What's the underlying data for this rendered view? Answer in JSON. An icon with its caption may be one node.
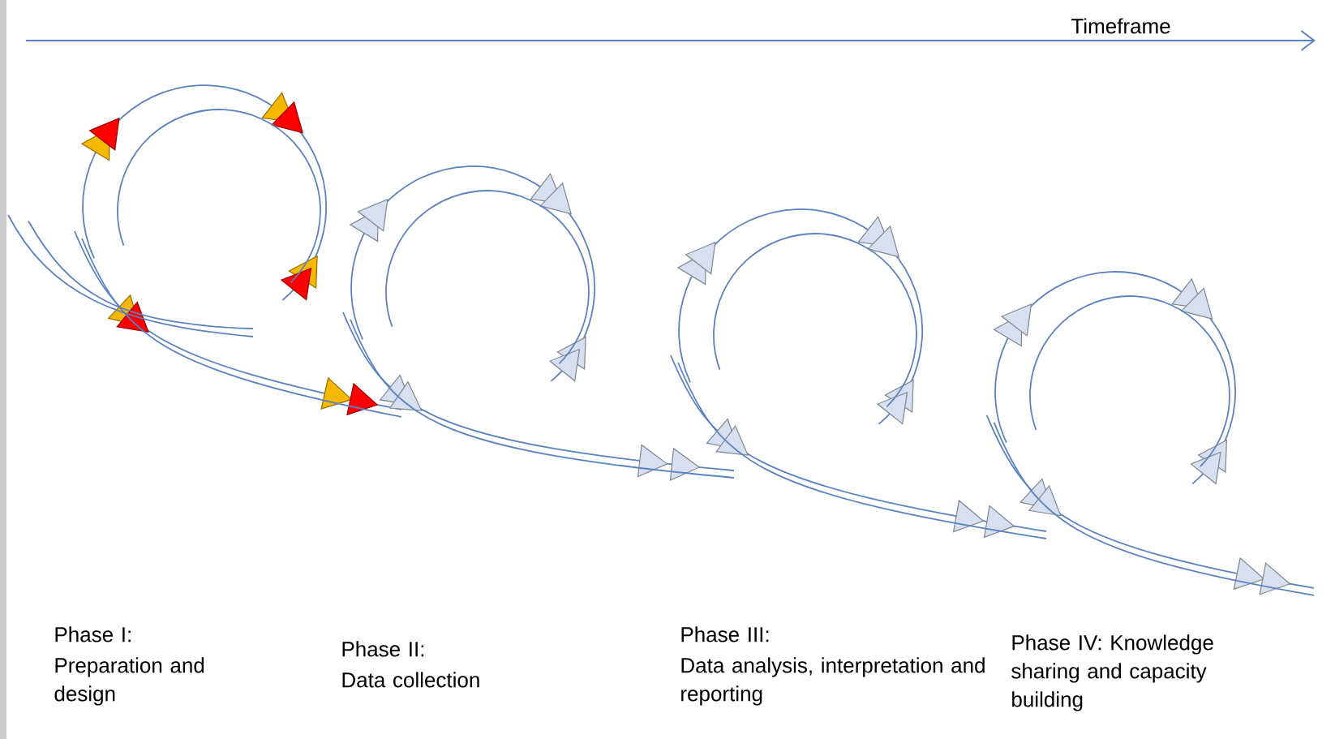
{
  "diagram": {
    "labels": [
      "Timeframe",
      "Phase I:",
      "Preparation and design",
      "Phase II:",
      "Data collection",
      "Phase III:",
      "Data analysis, interpretation and reporting",
      "Phase IV: Knowledge sharing and capacity building"
    ]
  }
}
